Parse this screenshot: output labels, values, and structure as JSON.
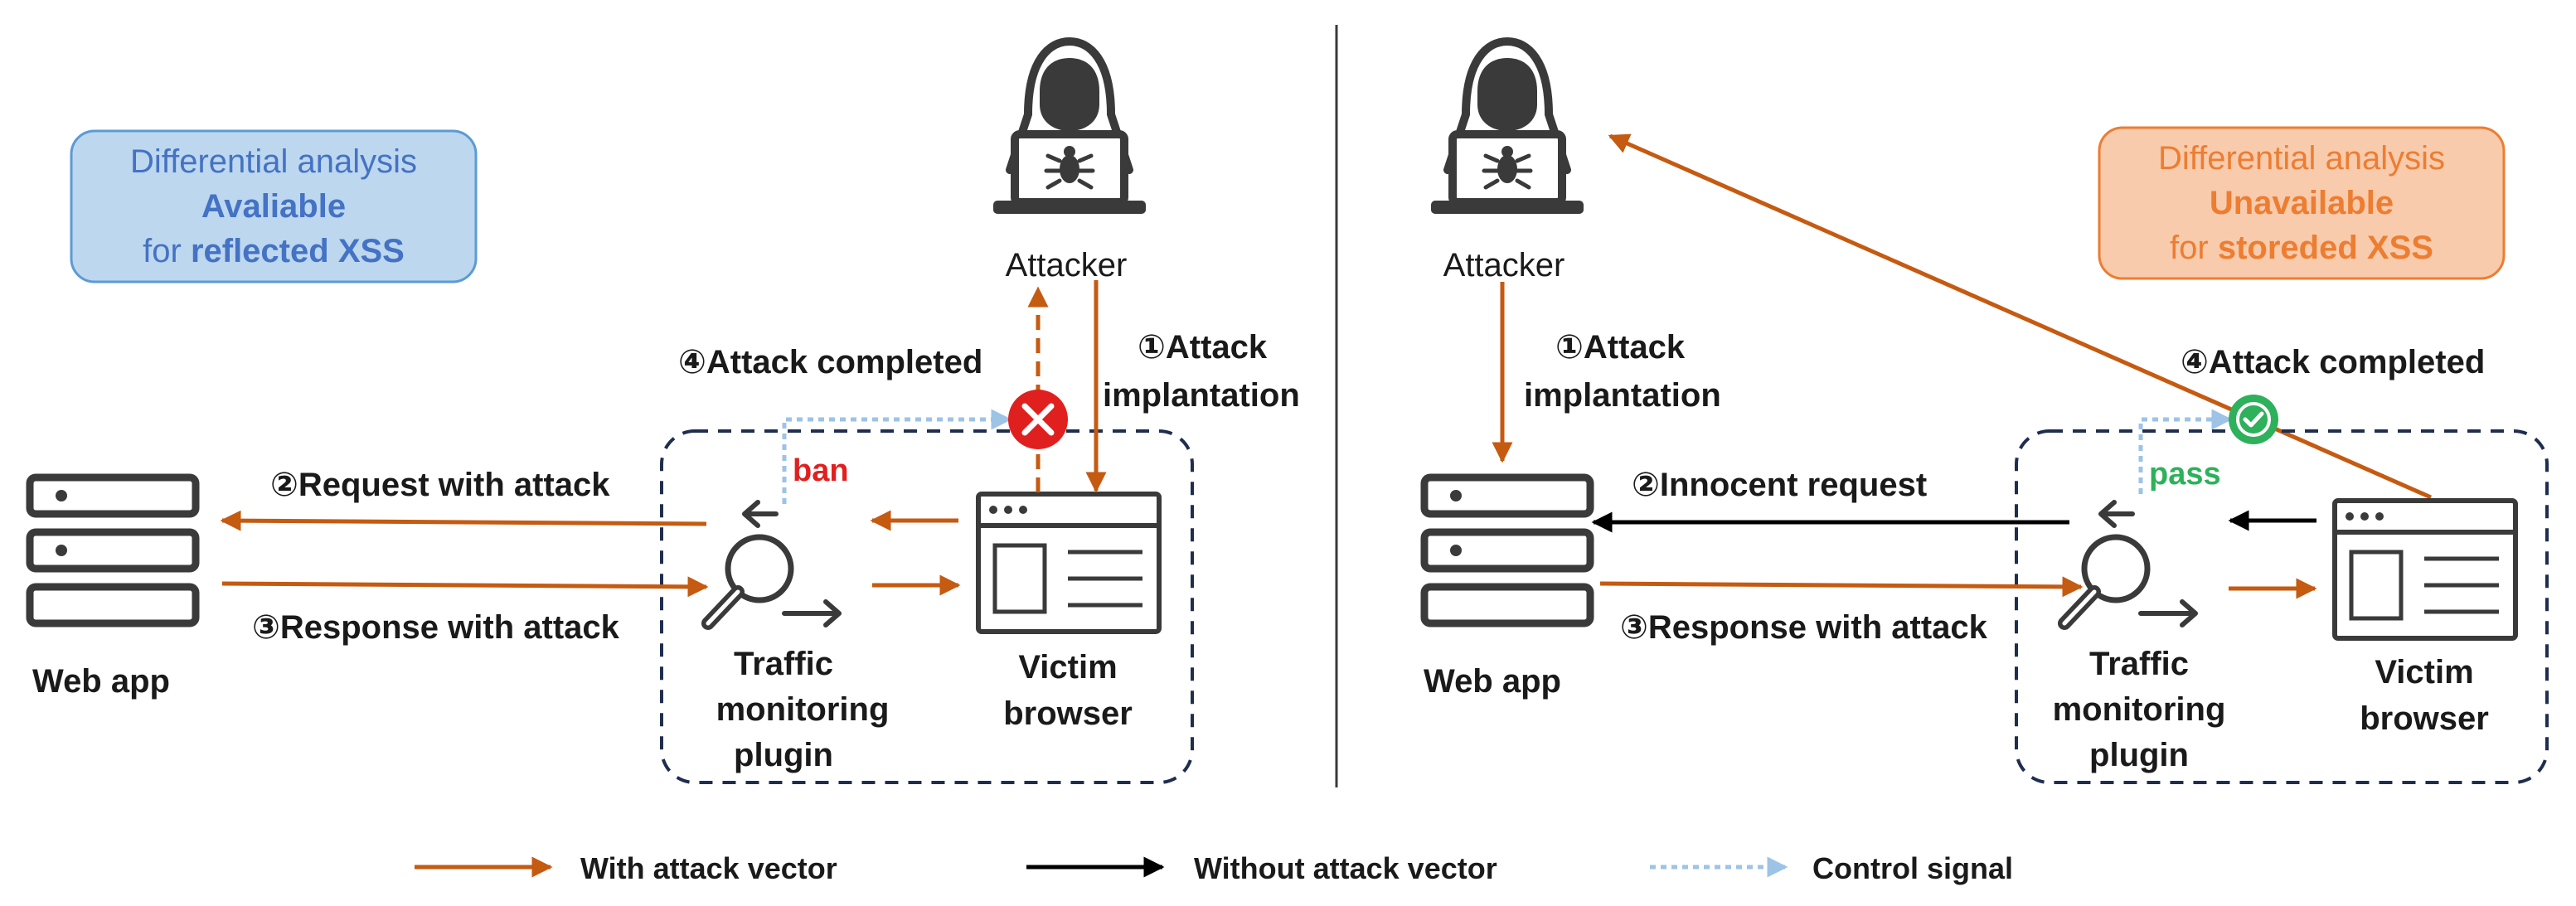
{
  "colors": {
    "attack_vector": "#C55A11",
    "no_attack_vector": "#000000",
    "control_signal": "#9DC3E6",
    "blue_box_fill": "#BDD7EE",
    "blue_box_stroke": "#5B9BD5",
    "blue_box_text": "#4472C4",
    "orange_box_fill": "#F8CBAD",
    "orange_box_stroke": "#ED7D31",
    "orange_box_text": "#ED7D31",
    "ban_red": "#E0201F",
    "pass_green": "#2DB15A",
    "icon_dark": "#3A3A3A",
    "dashed_frame": "#1F2D4F"
  },
  "left": {
    "info_box": {
      "line1": "Differential analysis",
      "line2": "Avaliable",
      "line3_prefix": "for",
      "line3_bold": "reflected",
      "line3_suffix": "XSS"
    },
    "attacker_label": "Attacker",
    "step1_line1": "①Attack",
    "step1_line2": "implantation",
    "step4": "④Attack completed",
    "step2": "②Request with attack",
    "step3": "③Response with attack",
    "signal_label": "ban",
    "webapp_label": "Web app",
    "plugin_line1": "Traffic",
    "plugin_line2": "monitoring",
    "plugin_line3": "plugin",
    "victim_line1": "Victim",
    "victim_line2": "browser"
  },
  "right": {
    "info_box": {
      "line1": "Differential analysis",
      "line2": "Unavailable",
      "line3_prefix": "for",
      "line3_bold": "storeded",
      "line3_suffix": "XSS"
    },
    "attacker_label": "Attacker",
    "step1_line1": "①Attack",
    "step1_line2": "implantation",
    "step4": "④Attack completed",
    "step2": "②Innocent request",
    "step3": "③Response with attack",
    "signal_label": "pass",
    "webapp_label": "Web app",
    "plugin_line1": "Traffic",
    "plugin_line2": "monitoring",
    "plugin_line3": "plugin",
    "victim_line1": "Victim",
    "victim_line2": "browser"
  },
  "legend": {
    "with_attack": "With attack vector",
    "without_attack": "Without attack vector",
    "control": "Control signal"
  },
  "icons": {
    "attacker": "hacker-icon",
    "server": "server-icon",
    "plugin": "magnifier-icon",
    "browser": "browser-window-icon",
    "ban": "x-circle-icon",
    "pass": "check-circle-icon"
  }
}
